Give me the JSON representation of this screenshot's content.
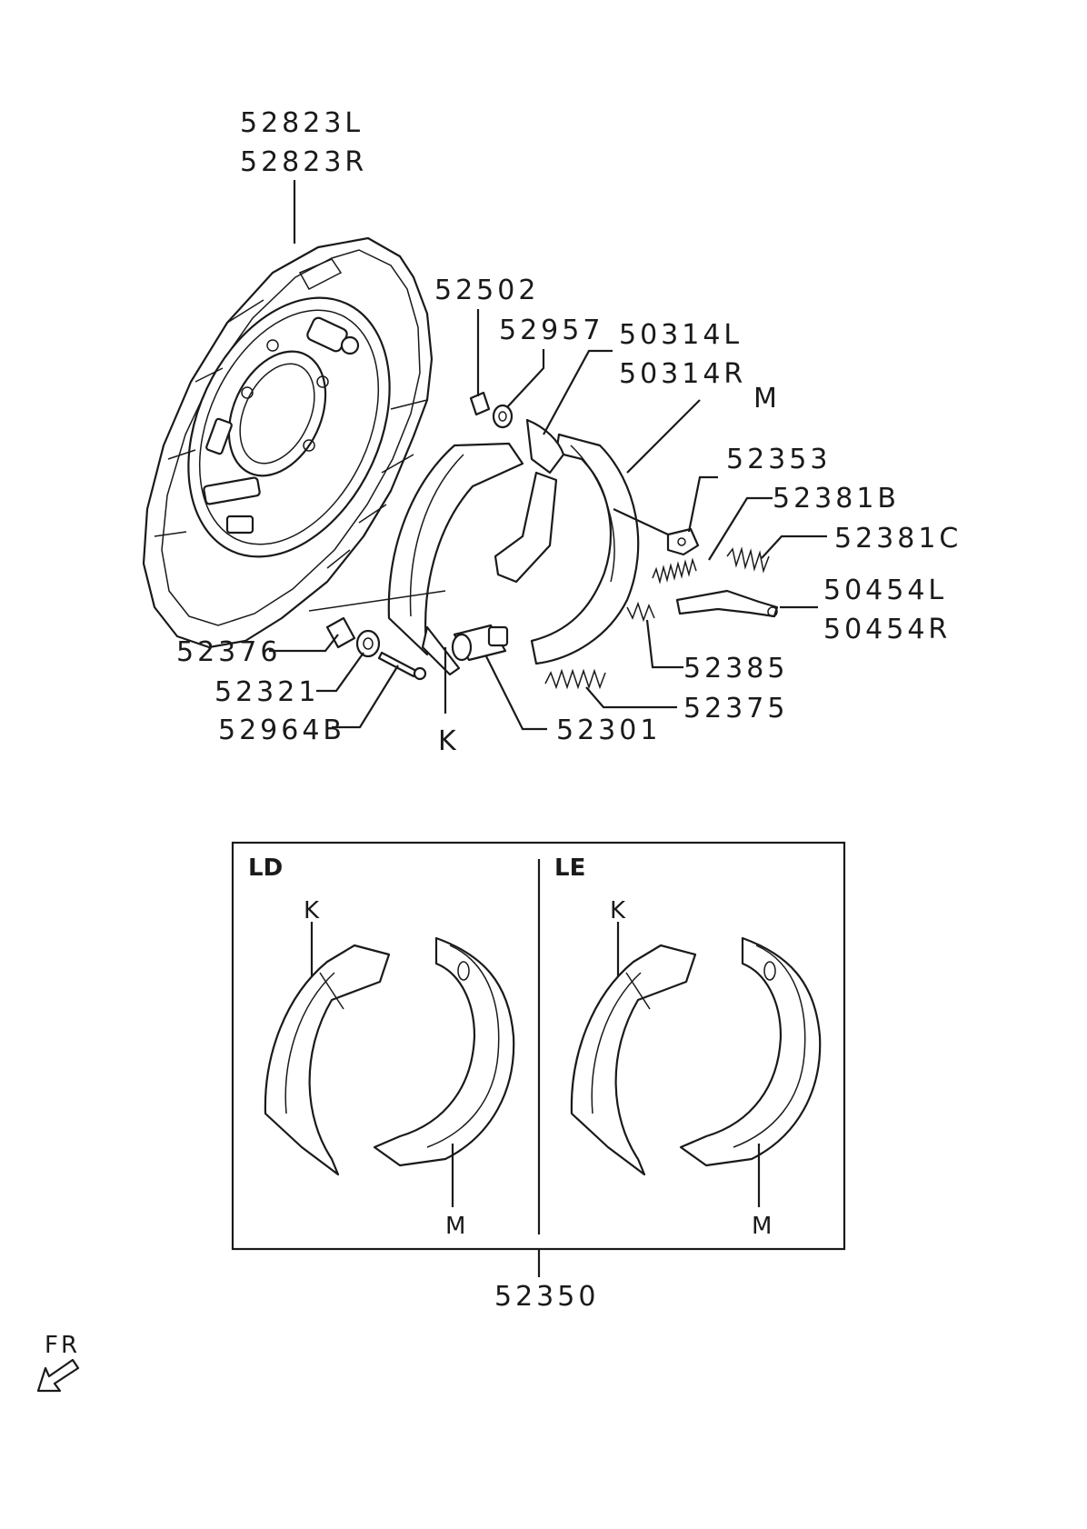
{
  "labels": {
    "p52823L": "52823L",
    "p52823R": "52823R",
    "p52502": "52502",
    "p52957": "52957",
    "p50314L": "50314L",
    "p50314R": "50314R",
    "M": "M",
    "p52353": "52353",
    "p52381B": "52381B",
    "p52381C": "52381C",
    "p50454L": "50454L",
    "p50454R": "50454R",
    "p52376": "52376",
    "p52321": "52321",
    "p52964B": "52964B",
    "K": "K",
    "p52385": "52385",
    "p52375": "52375",
    "p52301": "52301"
  },
  "kit": {
    "number": "52350",
    "left_panel": {
      "title": "LD",
      "upper_label": "K",
      "lower_label": "M"
    },
    "right_panel": {
      "title": "LE",
      "upper_label": "K",
      "lower_label": "M"
    }
  },
  "front_indicator": "FR"
}
